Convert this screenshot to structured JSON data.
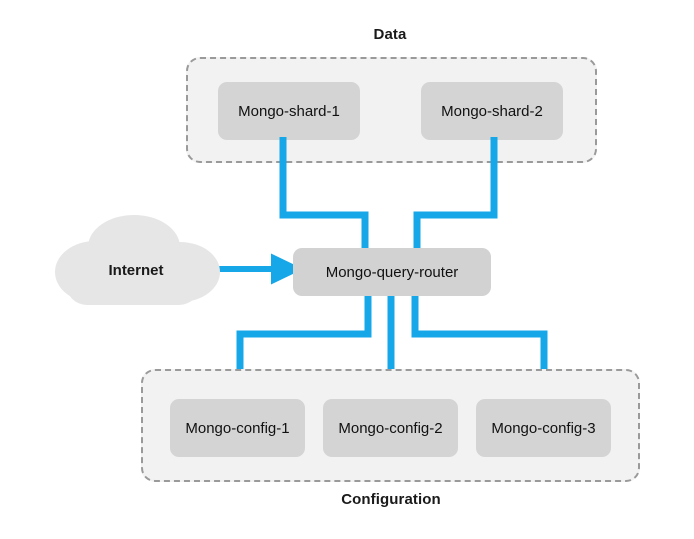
{
  "diagram": {
    "title_data_group": "Data",
    "title_config_group": "Configuration",
    "colors": {
      "connector_blue": "#15a7e8",
      "node_fill": "#d4d4d4",
      "group_fill": "#f2f2f2",
      "group_border": "#9a9a9a",
      "cloud_fill": "#e6e6e6",
      "text": "#111111",
      "background": "#ffffff"
    },
    "cloud": {
      "label": "Internet"
    },
    "router": {
      "label": "Mongo-query-router"
    },
    "data_group": {
      "label": "Data",
      "nodes": [
        {
          "label": "Mongo-shard-1"
        },
        {
          "label": "Mongo-shard-2"
        }
      ]
    },
    "config_group": {
      "label": "Configuration",
      "nodes": [
        {
          "label": "Mongo-config-1"
        },
        {
          "label": "Mongo-config-2"
        },
        {
          "label": "Mongo-config-3"
        }
      ]
    },
    "connections": [
      {
        "from": "Internet",
        "to": "Mongo-query-router",
        "arrow": true
      },
      {
        "from": "Mongo-shard-1",
        "to": "Mongo-query-router",
        "arrow": false
      },
      {
        "from": "Mongo-shard-2",
        "to": "Mongo-query-router",
        "arrow": false
      },
      {
        "from": "Mongo-query-router",
        "to": "Mongo-config-1",
        "arrow": false
      },
      {
        "from": "Mongo-query-router",
        "to": "Mongo-config-2",
        "arrow": false
      },
      {
        "from": "Mongo-query-router",
        "to": "Mongo-config-3",
        "arrow": false
      }
    ]
  }
}
